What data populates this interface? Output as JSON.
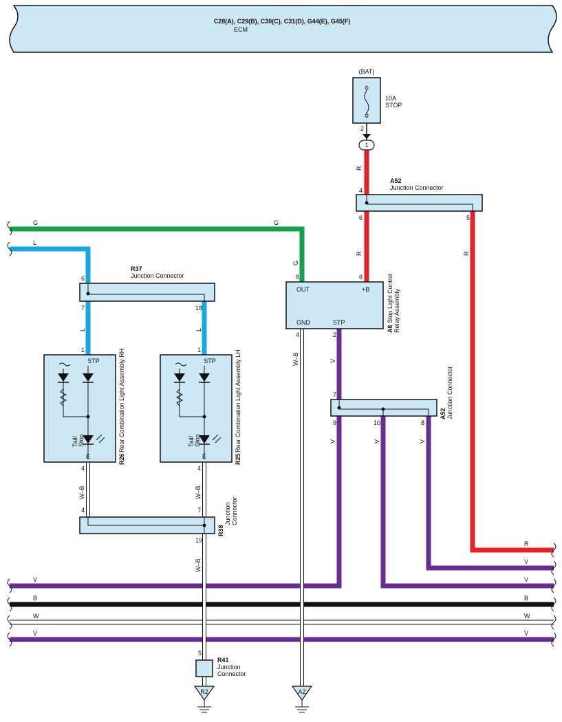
{
  "ecm": {
    "connectors": "C28(A), C29(B), C30(C), C31(D), G44(E), G45(F)",
    "name": "ECM"
  },
  "power": {
    "source": "(BAT)",
    "fuse_rating": "10A",
    "fuse_name": "STOP",
    "fuse_pin": "2",
    "splice": "1"
  },
  "colors": {
    "R": "#e8202a",
    "G": "#12a04a",
    "L": "#1aa7e0",
    "V": "#6a2c91",
    "B": "#111111",
    "W": "#ffffff",
    "WB": "#ffffff",
    "box": "#cde8f5"
  },
  "wire_codes": {
    "R": "R",
    "G": "G",
    "L": "L",
    "V": "V",
    "B": "B",
    "W": "W",
    "WB": "W–B"
  },
  "a52_top": {
    "code": "A52",
    "name": "Junction Connector",
    "pin_in": "4",
    "pin_out1": "6",
    "pin_out2": "5"
  },
  "a6": {
    "code": "A6",
    "name1": "Stop Light Control",
    "name2": "Relay Assembly",
    "out": "OUT",
    "plus_b": "+B",
    "gnd": "GND",
    "stp": "STP",
    "pin_out": "8",
    "pin_b": "6",
    "pin_gnd": "4",
    "pin_stp": "2"
  },
  "r37": {
    "code": "R37",
    "name": "Junction Connector",
    "pin_in": "6",
    "pin_a": "7",
    "pin_b": "18"
  },
  "r26": {
    "code": "R26",
    "name": "Rear Combination Light Assembly RH",
    "stp": "STP",
    "e": "E",
    "tail": "Tail/",
    "stop": "Stop",
    "pin_stp": "1",
    "pin_e": "4"
  },
  "r25": {
    "code": "R25",
    "name": "Rear Combination Light Assembly LH",
    "stp": "STP",
    "e": "E",
    "tail": "Tail/",
    "stop": "Stop",
    "pin_stp": "1",
    "pin_e": "4"
  },
  "a52_mid": {
    "code": "A52",
    "name": "Junction Connector",
    "pin_in": "7",
    "pin_a": "9",
    "pin_b": "10",
    "pin_c": "8"
  },
  "r38": {
    "code": "R38",
    "name1": "Junction",
    "name2": "Connector",
    "pin_a": "4",
    "pin_b": "7",
    "pin_out": "19"
  },
  "r41": {
    "code": "R41",
    "name1": "Junction",
    "name2": "Connector",
    "pin": "5"
  },
  "grounds": {
    "left": "R2",
    "right": "A2"
  }
}
